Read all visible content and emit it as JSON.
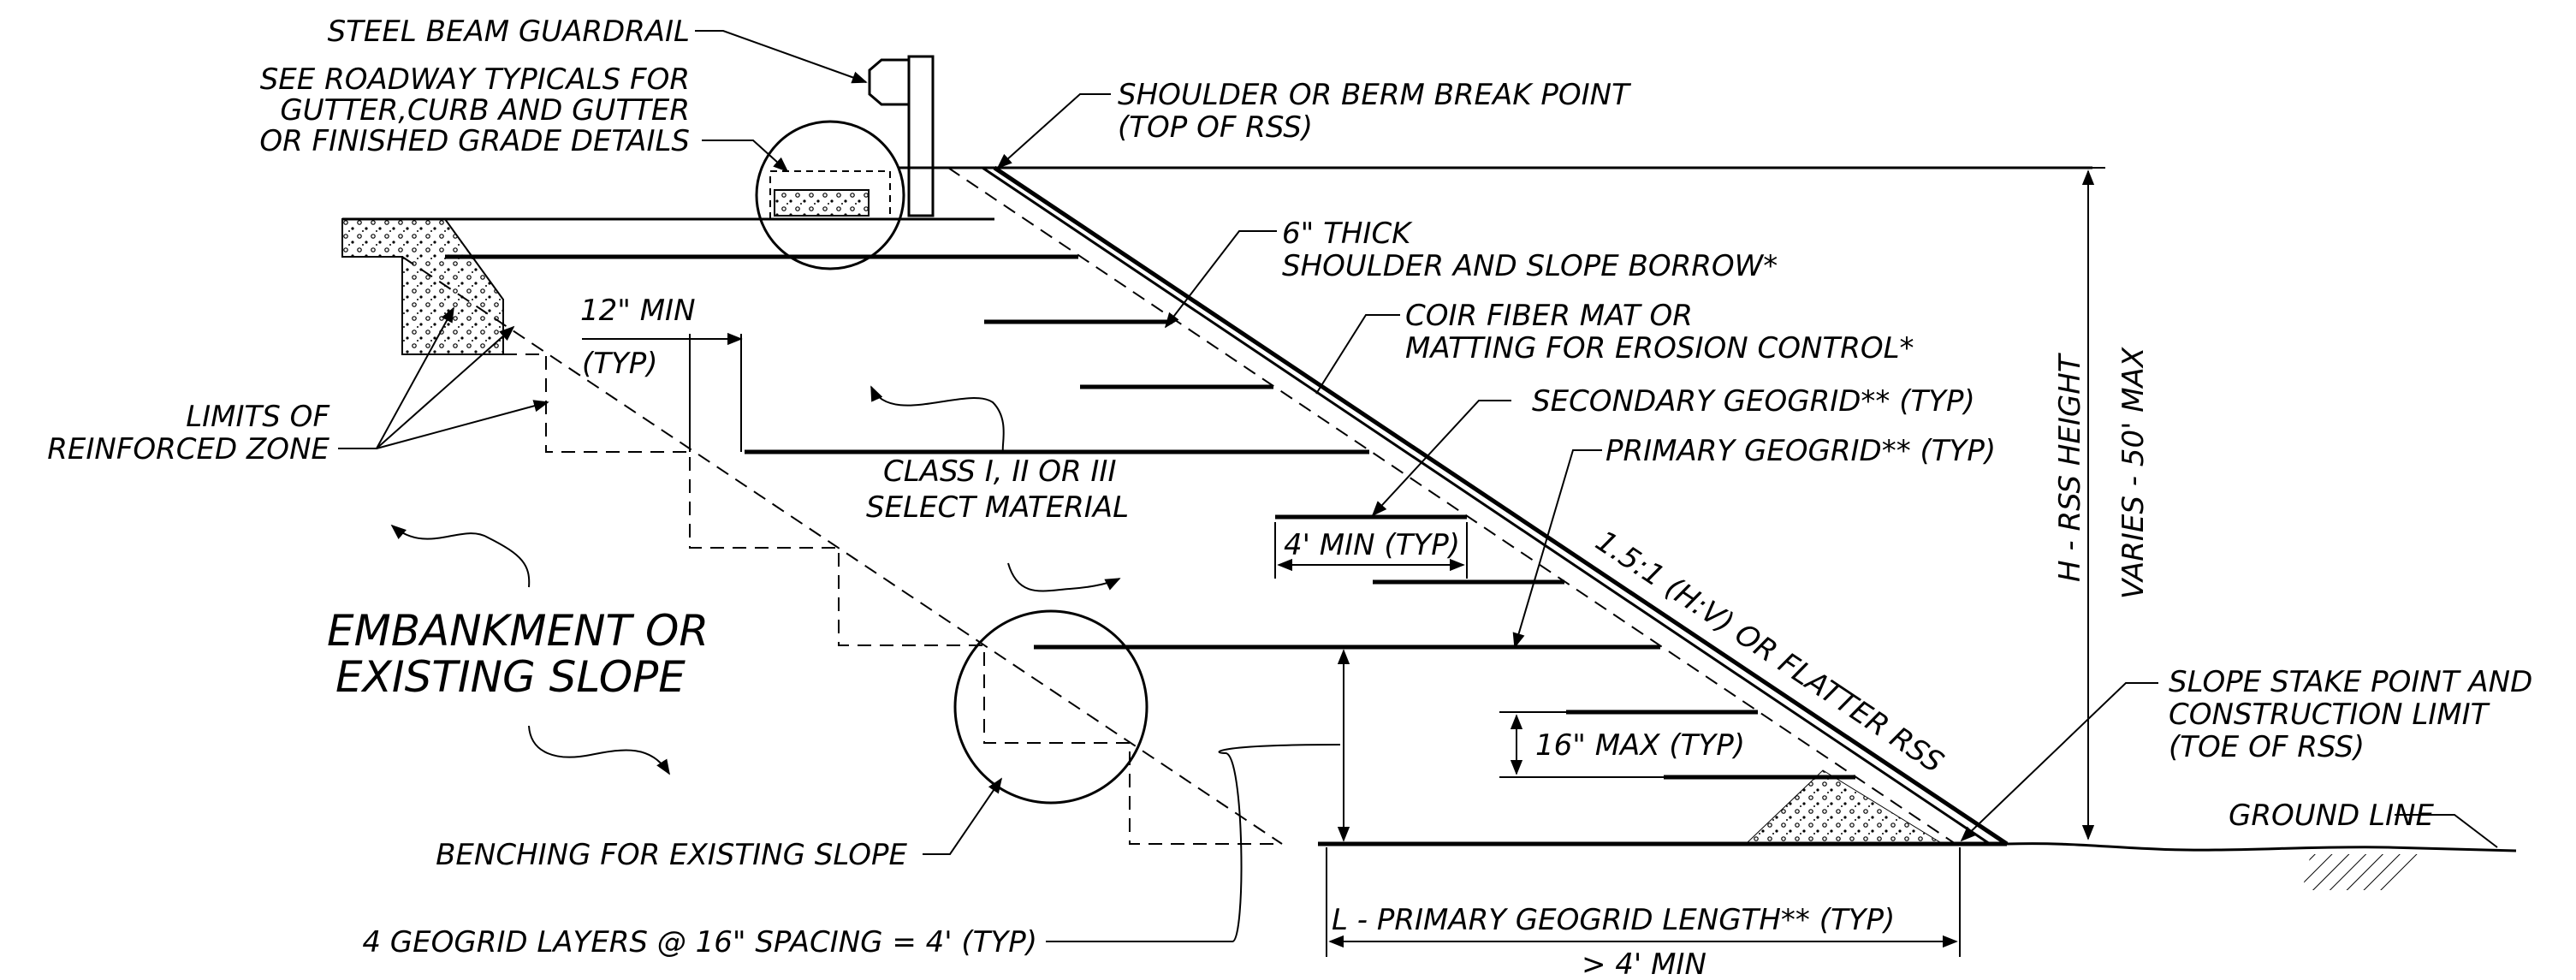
{
  "labels": {
    "steel_beam_guardrail": "STEEL BEAM GUARDRAIL",
    "roadway_typicals_1": "SEE ROADWAY TYPICALS FOR",
    "roadway_typicals_2": "GUTTER,CURB AND GUTTER",
    "roadway_typicals_3": "OR FINISHED GRADE DETAILS",
    "shoulder_break_1": "SHOULDER OR BERM BREAK POINT",
    "shoulder_break_2": "(TOP OF RSS)",
    "thick_1": "6\" THICK",
    "thick_2": "SHOULDER AND SLOPE BORROW*",
    "coir_1": "COIR FIBER MAT OR",
    "coir_2": "MATTING FOR EROSION CONTROL*",
    "secondary_geogrid": "SECONDARY GEOGRID** (TYP)",
    "primary_geogrid": "PRIMARY GEOGRID** (TYP)",
    "min_12": "12\" MIN",
    "typ": "(TYP)",
    "limits_1": "LIMITS OF",
    "limits_2": "REINFORCED ZONE",
    "select_1": "CLASS I, II OR III",
    "select_2": "SELECT MATERIAL",
    "min_4": "4' MIN (TYP)",
    "slope_ratio": "1.5:1 (H:V) OR FLATTER RSS",
    "embankment_1": "EMBANKMENT OR",
    "embankment_2": "EXISTING SLOPE",
    "max_16": "16\" MAX (TYP)",
    "height_1": "H - RSS HEIGHT",
    "height_2": "VARIES - 50' MAX",
    "toe_1": "SLOPE STAKE POINT AND",
    "toe_2": "CONSTRUCTION LIMIT",
    "toe_3": "(TOE OF RSS)",
    "ground_line": "GROUND LINE",
    "benching": "BENCHING FOR EXISTING SLOPE",
    "geogrid_layers": "4 GEOGRID LAYERS @ 16\" SPACING = 4' (TYP)",
    "length_1": "L - PRIMARY GEOGRID LENGTH** (TYP)",
    "length_2": "> 4' MIN"
  }
}
